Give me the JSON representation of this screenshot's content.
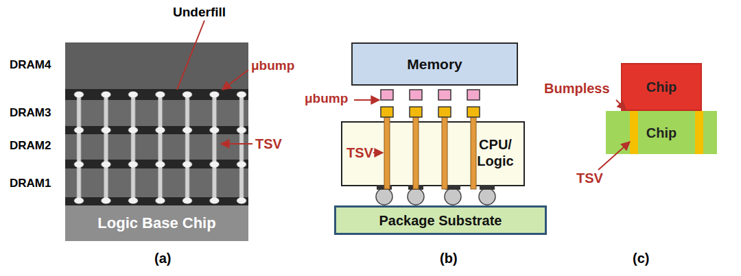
{
  "diagram": {
    "nodes": [
      {
        "text": [
          "Logic Base Chip"
        ]
      },
      {
        "text": [
          "Memory"
        ]
      },
      {
        "text": [
          "CPU/ Logic"
        ]
      },
      {
        "text": [
          "Package Substrate"
        ]
      },
      {
        "text": [
          "Chip"
        ]
      },
      {
        "text": [
          "Chip"
        ]
      }
    ],
    "labels": [
      "Underfill",
      "DRAM4",
      "μbump",
      "DRAM3",
      "TSV",
      "DRAM2",
      "DRAM1",
      "(a)",
      "μbump",
      "TSV",
      "(b)",
      "Bumpless",
      "TSV",
      "(c)"
    ]
  }
}
